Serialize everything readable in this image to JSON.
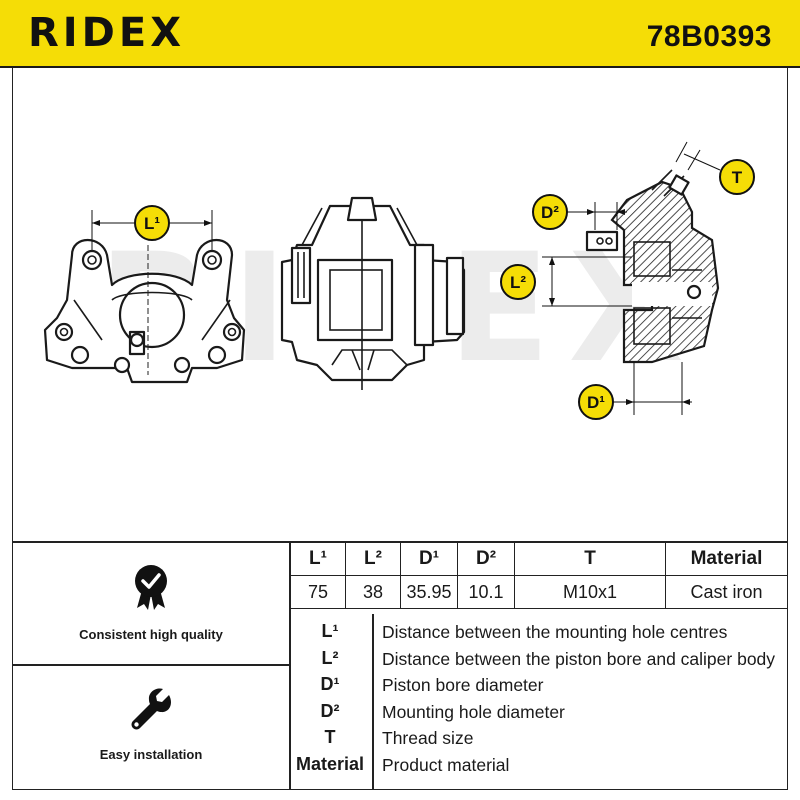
{
  "header": {
    "brand": "RIDEX",
    "part_number": "78B0393",
    "bg_color": "#f5dd06"
  },
  "features": [
    {
      "label": "Consistent high quality",
      "icon": "quality-badge-icon"
    },
    {
      "label": "Easy installation",
      "icon": "wrench-icon"
    }
  ],
  "spec_table": {
    "headers": [
      "L¹",
      "L²",
      "D¹",
      "D²",
      "T",
      "Material"
    ],
    "values": [
      "75",
      "38",
      "35.95",
      "10.1",
      "M10x1",
      "Cast iron"
    ]
  },
  "legend": [
    {
      "key": "L¹",
      "desc": "Distance between the mounting hole centres"
    },
    {
      "key": "L²",
      "desc": "Distance between the piston bore and caliper body"
    },
    {
      "key": "D¹",
      "desc": "Piston bore diameter"
    },
    {
      "key": "D²",
      "desc": "Mounting hole diameter"
    },
    {
      "key": "T",
      "desc": "Thread size"
    },
    {
      "key": "Material",
      "desc": "Product material"
    }
  ],
  "drawing_labels": {
    "l1": "L¹",
    "l2": "L²",
    "d1": "D¹",
    "d2": "D²",
    "t": "T",
    "watermark": "RIDEX"
  }
}
